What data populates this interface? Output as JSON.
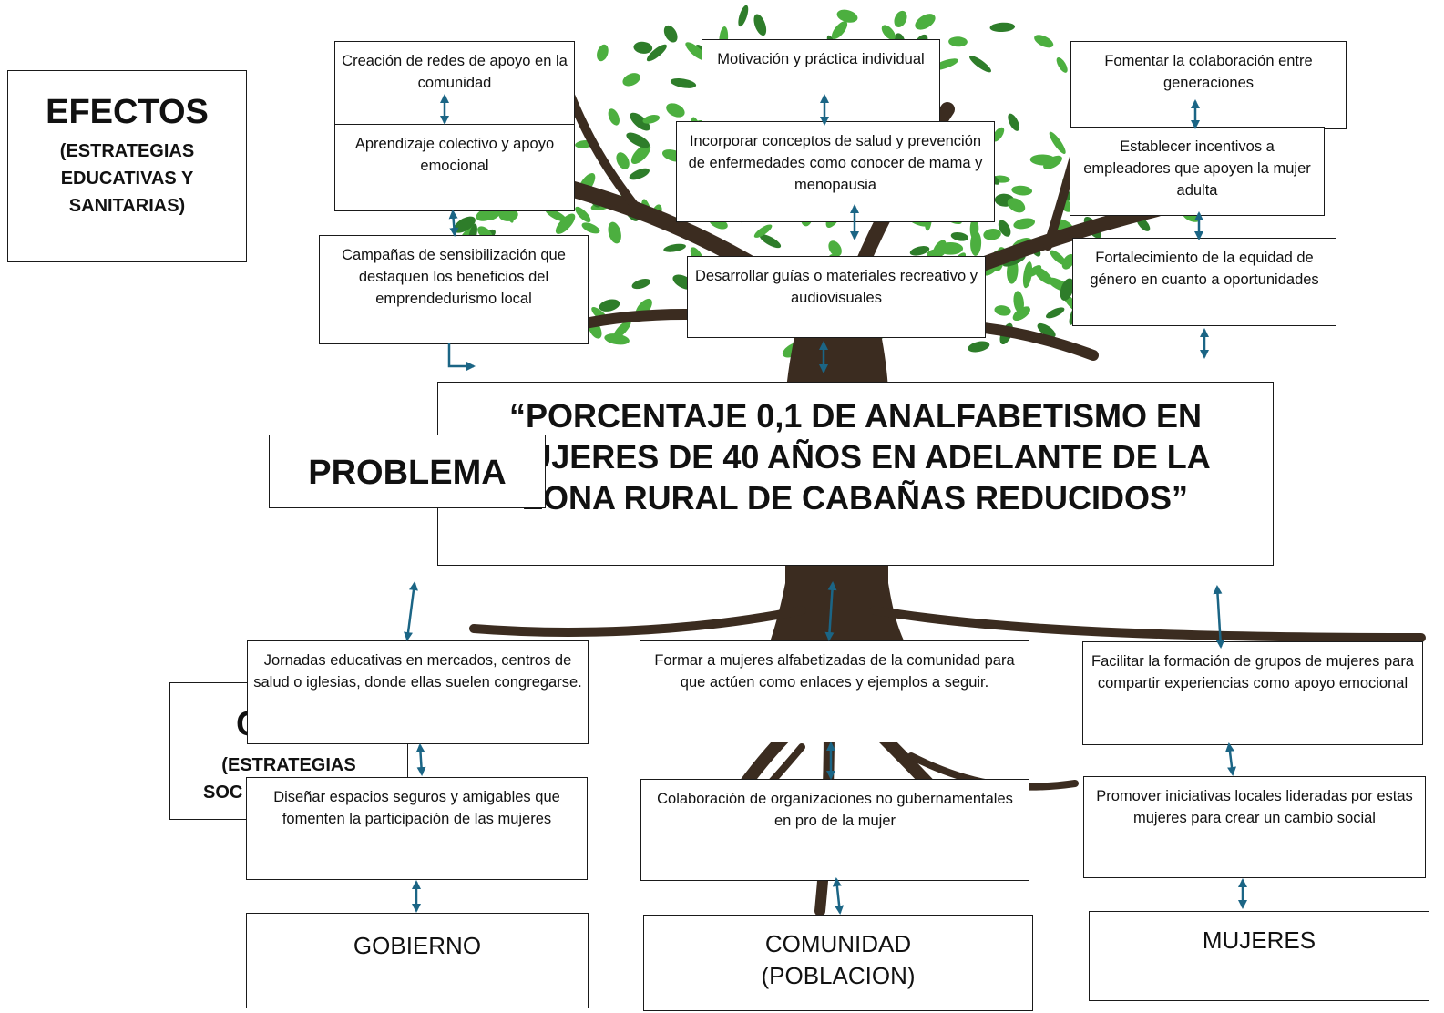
{
  "colors": {
    "arrow": "#1b6585",
    "leaf": "#4caf3f",
    "leaf_dark": "#2e7d2a",
    "trunk": "#3b2c20"
  },
  "efectos": {
    "title": "EFECTOS",
    "subtitle": "(ESTRATEGIAS EDUCATIVAS Y SANITARIAS)"
  },
  "problema": {
    "label": "PROBLEMA",
    "text": "“PORCENTAJE 0,1 DE ANALFABETISMO EN MUJERES DE 40 AÑOS EN ADELANTE DE LA ZONA RURAL DE CABAÑAS REDUCIDOS”"
  },
  "causas": {
    "title_partial": "C",
    "subtitle_line1": "(ESTRATEGIAS",
    "subtitle_line2": "SOC"
  },
  "effects_left": [
    "Creación de redes de apoyo en la comunidad",
    "Aprendizaje colectivo y apoyo emocional",
    "Campañas de sensibilización que destaquen los beneficios del emprendedurismo local"
  ],
  "effects_center": [
    "Motivación y práctica individual",
    "Incorporar conceptos de salud y prevención de enfermedades como conocer de mama y menopausia",
    "Desarrollar guías o materiales recreativo y audiovisuales"
  ],
  "effects_right": [
    "Fomentar la colaboración entre generaciones",
    "Establecer incentivos a empleadores que apoyen la mujer adulta",
    "Fortalecimiento de la equidad de género en cuanto a oportunidades"
  ],
  "causes_left": [
    "Jornadas educativas en mercados, centros de salud o iglesias, donde ellas suelen congregarse.",
    "Diseñar espacios seguros y amigables que fomenten la participación de las mujeres"
  ],
  "causes_center": [
    "Formar a mujeres alfabetizadas de la comunidad para que actúen como enlaces y ejemplos a seguir.",
    "Colaboración de organizaciones no gubernamentales en pro de la mujer"
  ],
  "causes_right": [
    "Facilitar la formación de grupos de mujeres para compartir experiencias como apoyo emocional",
    "Promover iniciativas locales lideradas por estas mujeres para crear un cambio social"
  ],
  "actors": {
    "gobierno": "GOBIERNO",
    "comunidad": "COMUNIDAD (POBLACION)",
    "mujeres": "MUJERES"
  }
}
